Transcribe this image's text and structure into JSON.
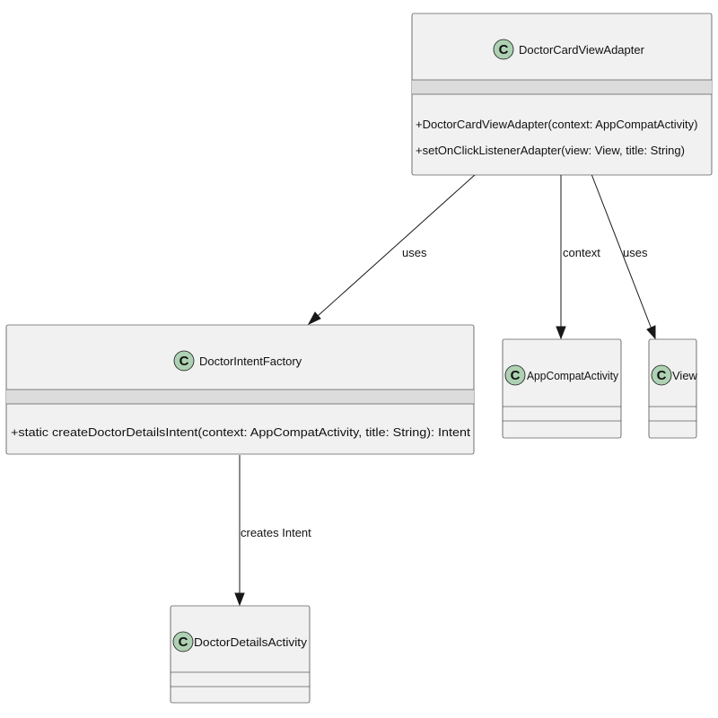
{
  "diagram": {
    "badge_letter": "C",
    "classes": {
      "adapter": {
        "name": "DoctorCardViewAdapter",
        "methods": [
          "+DoctorCardViewAdapter(context: AppCompatActivity)",
          "+setOnClickListenerAdapter(view: View, title: String)"
        ]
      },
      "factory": {
        "name": "DoctorIntentFactory",
        "methods": [
          "+static createDoctorDetailsIntent(context: AppCompatActivity, title: String): Intent"
        ]
      },
      "appcompat": {
        "name": "AppCompatActivity"
      },
      "view": {
        "name": "View"
      },
      "details": {
        "name": "DoctorDetailsActivity"
      }
    },
    "edges": {
      "adapter_factory": "uses",
      "adapter_appcompat": "context",
      "adapter_view": "uses",
      "factory_details": "creates Intent"
    },
    "colors": {
      "box_fill": "#f1f1f1",
      "border": "#181818",
      "badge_fill": "#add1b2"
    }
  }
}
